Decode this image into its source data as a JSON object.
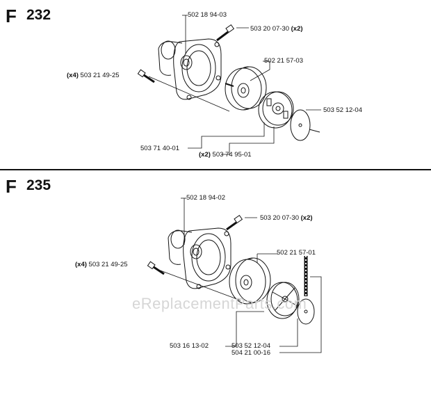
{
  "sections": [
    {
      "letter": "F",
      "number": "232",
      "parts": {
        "housing": "502 18 94-03",
        "screw_top": {
          "pn": "503 20 07-30",
          "qty": "(x2)"
        },
        "screw_left": {
          "qty": "(x4)",
          "pn": "503 21 49-25"
        },
        "drum": "502 21 57-03",
        "cover": "503 52 12-04",
        "clutch": "503 71 40-01",
        "spring": {
          "qty": "(x2)",
          "pn": "503 74 95-01"
        }
      }
    },
    {
      "letter": "F",
      "number": "235",
      "parts": {
        "housing": "502 18 94-02",
        "screw_top": {
          "pn": "503 20 07-30",
          "qty": "(x2)"
        },
        "screw_left": {
          "qty": "(x4)",
          "pn": "503 21 49-25"
        },
        "drum": "502 21 57-01",
        "clutch": "503 16 13-02",
        "cover": "503 52 12-04",
        "spring": "504 21 00-16"
      }
    }
  ],
  "watermark": "eReplacementParts.com"
}
